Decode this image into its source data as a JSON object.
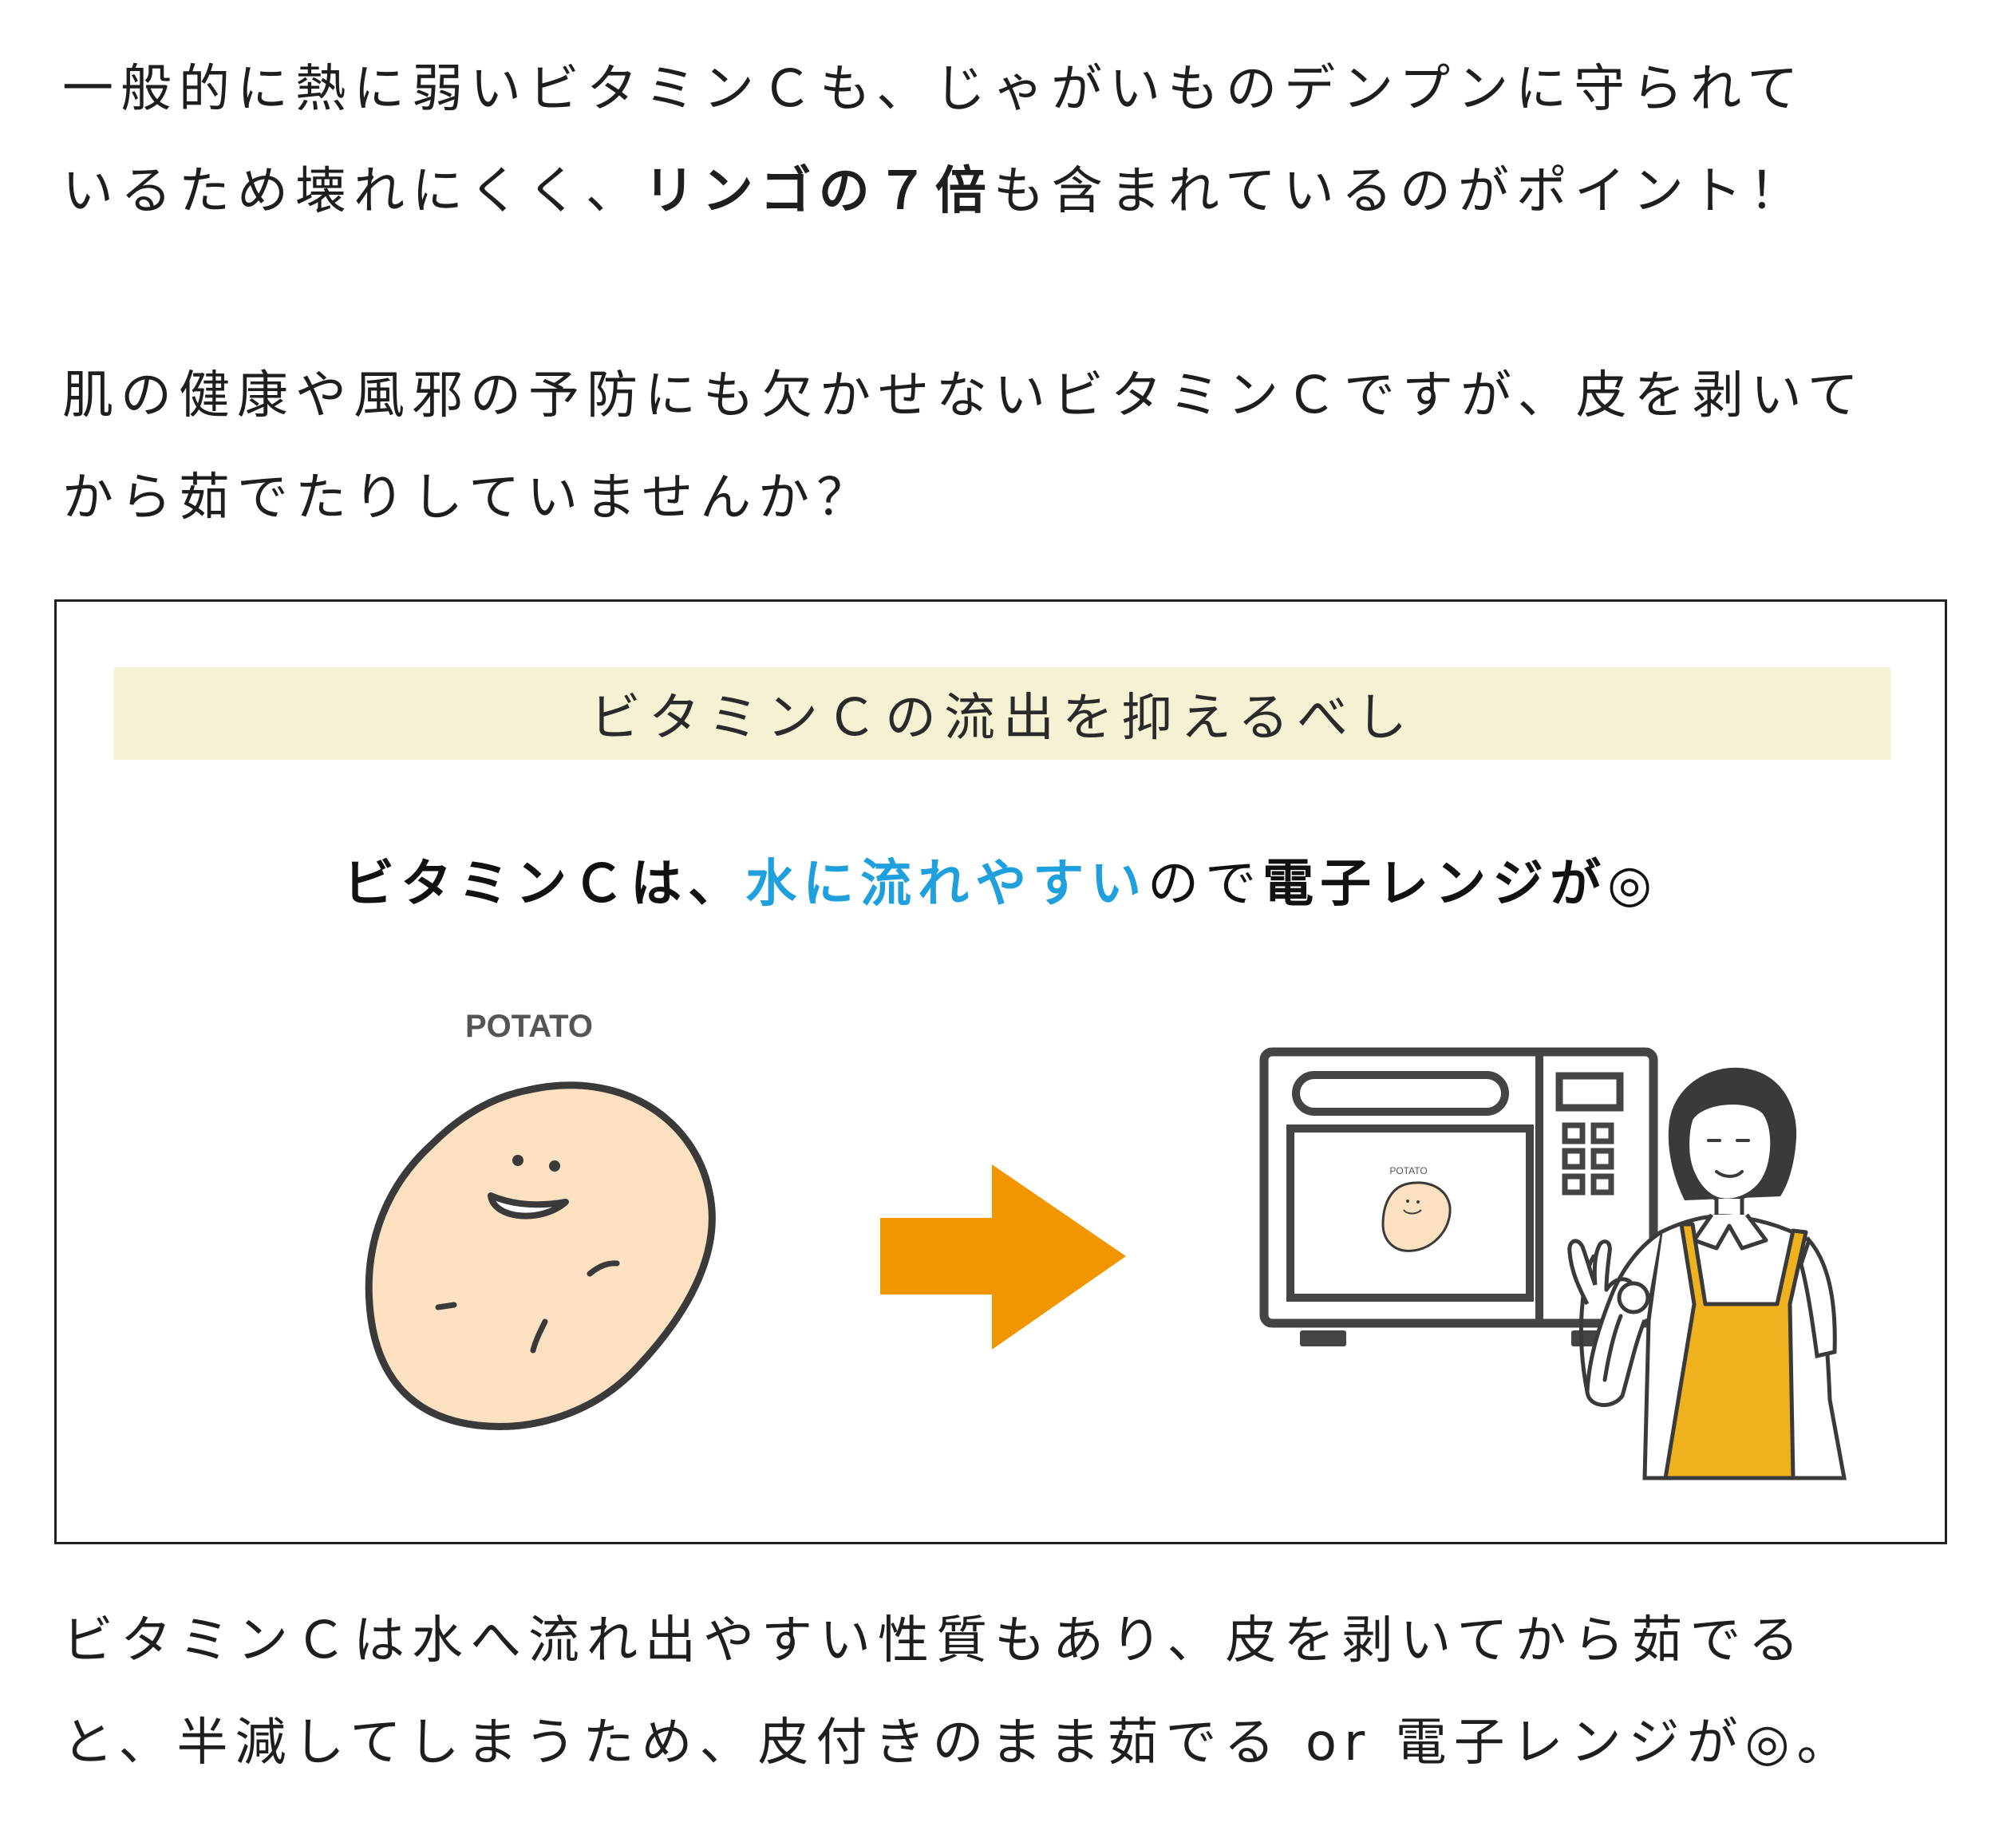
{
  "paragraphs": {
    "p1": {
      "line1": "一般的に熱に弱いビタミンＣも、じゃがいものデンプンに守られて",
      "line2_pre": "いるため壊れにくく、",
      "line2_bold": "リンゴの７倍",
      "line2_post": "も含まれているのがポイント！"
    },
    "p2": {
      "line1": "肌の健康や風邪の予防にも欠かせないビタミンＣですが、皮を剥いて",
      "line2": "から茹でたりしていませんか？"
    },
    "p3": {
      "line1": "ビタミンＣは水へ流れ出やすい性質もあり、皮を剥いてから茹でる",
      "line2": "と、半減してしまうため、皮付きのまま茹でる or 電子レンジが◎。"
    }
  },
  "box": {
    "title": "ビタミンＣの流出を抑えるべし",
    "heading": {
      "part1": "ビタミンＣは、",
      "part2": "水に流れやすい",
      "part3": "ので",
      "part4": "電子レンジが◎"
    }
  },
  "illustration": {
    "potato_label": "POTATO",
    "mini_potato_label": "POTATO",
    "icons": [
      "potato-character-icon",
      "arrow-right-icon",
      "microwave-icon",
      "woman-ok-gesture-icon"
    ]
  },
  "colors": {
    "accent_blue": "#1f9fdc",
    "title_bg": "#f5f1d3",
    "arrow": "#f29600",
    "potato_fill": "#fbe1c2",
    "apron": "#efb21e"
  }
}
